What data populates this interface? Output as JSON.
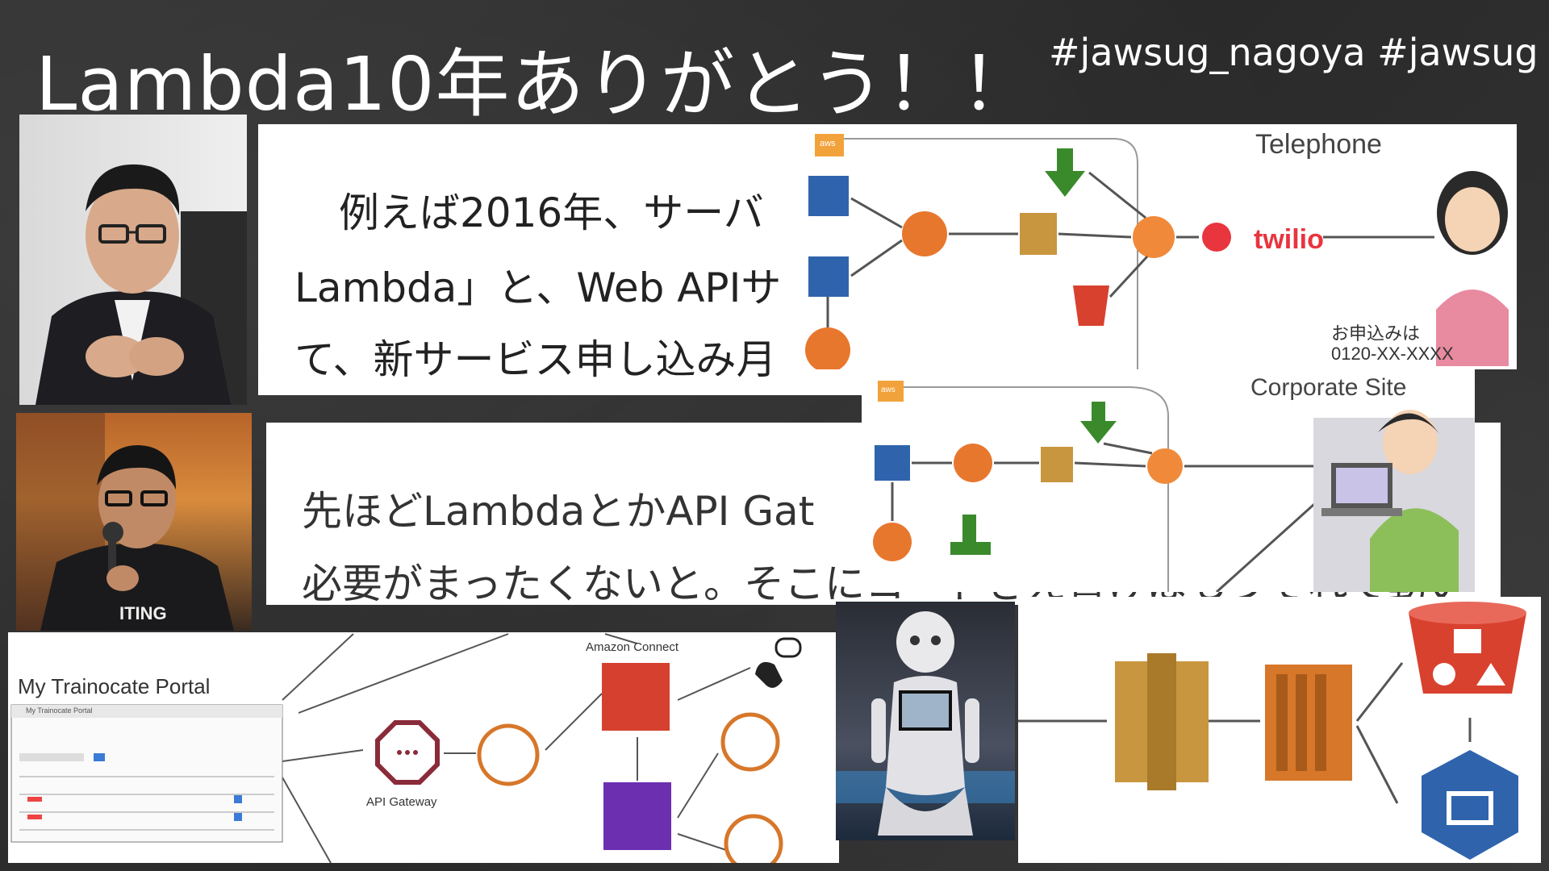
{
  "slide": {
    "title": "Lambda10年ありがとう！！",
    "hashtags": "#jawsug_nagoya #jawsug"
  },
  "quote1": {
    "line1": "例えば2016年、サーバ",
    "line2": "Lambda」と、Web APIサ",
    "line3": "て、新サービス申し込み月"
  },
  "quote2": {
    "line1": "先ほどLambdaとかAPI Gat",
    "line2": "必要がまったくないと。そこにコードさえ書けばもうそれで動い"
  },
  "diagram1": {
    "section_label": "Telephone",
    "twilio_label": "twilio",
    "apply_label": "お申込みは",
    "phone_number": "0120-XX-XXXX",
    "aws_badge": "aws"
  },
  "diagram2": {
    "section_label": "Corporate Site",
    "aws_badge": "aws"
  },
  "portal": {
    "title": "My Trainocate Portal",
    "window_title": "My Trainocate Portal",
    "api_gateway_label": "API Gateway",
    "amazon_connect_label": "Amazon Connect"
  },
  "shirt_text": "ITING",
  "colors": {
    "lambda_orange": "#e8772e",
    "aws_gold": "#c8963e",
    "twilio_red": "#e8353e",
    "connect_red": "#d6412f",
    "kinesis_purple": "#6b2fb0",
    "s3_red": "#d9412f",
    "aws_blue": "#2f64ad"
  }
}
